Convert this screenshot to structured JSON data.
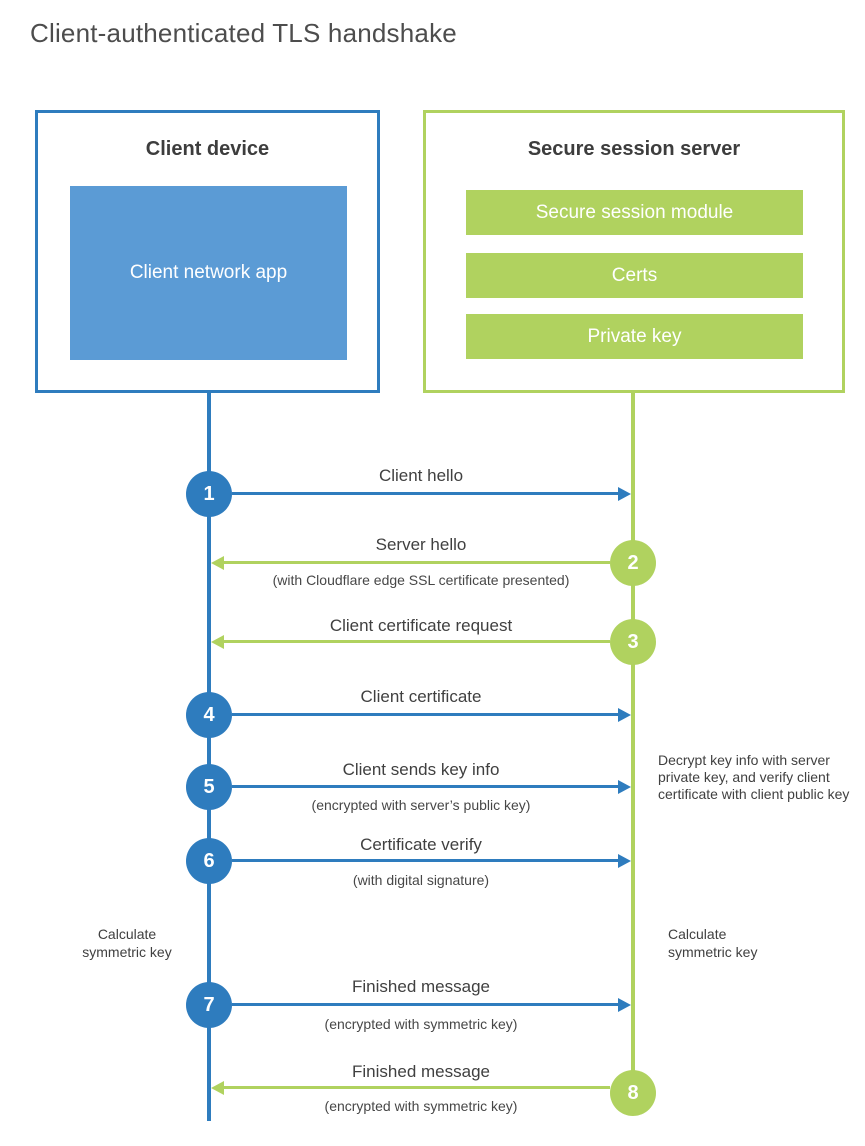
{
  "title": "Client-authenticated TLS handshake",
  "client": {
    "box_title": "Client device",
    "app_label": "Client network app"
  },
  "server": {
    "box_title": "Secure session server",
    "modules": [
      "Secure session module",
      "Certs",
      "Private key"
    ]
  },
  "steps": [
    {
      "num": "1",
      "actor": "client",
      "direction": "right",
      "label": "Client hello",
      "sub": ""
    },
    {
      "num": "2",
      "actor": "server",
      "direction": "left",
      "label": "Server hello",
      "sub": "(with Cloudflare edge SSL certificate presented)"
    },
    {
      "num": "3",
      "actor": "server",
      "direction": "left",
      "label": "Client certificate request",
      "sub": ""
    },
    {
      "num": "4",
      "actor": "client",
      "direction": "right",
      "label": "Client certificate",
      "sub": ""
    },
    {
      "num": "5",
      "actor": "client",
      "direction": "right",
      "label": "Client sends key info",
      "sub": "(encrypted with server’s public key)"
    },
    {
      "num": "6",
      "actor": "client",
      "direction": "right",
      "label": "Certificate verify",
      "sub": "(with digital signature)"
    },
    {
      "num": "7",
      "actor": "client",
      "direction": "right",
      "label": "Finished message",
      "sub": "(encrypted with symmetric key)"
    },
    {
      "num": "8",
      "actor": "server",
      "direction": "left",
      "label": "Finished message",
      "sub": "(encrypted with symmetric key)"
    }
  ],
  "notes": {
    "decrypt_note": "Decrypt key info with server private key, and verify client certificate with client public key",
    "calc_symmetric_left": "Calculate symmetric key",
    "calc_symmetric_right": "Calculate symmetric key"
  },
  "colors": {
    "blue": "#2e7cbe",
    "blue_fill": "#5b9bd5",
    "green": "#b0d25f",
    "text": "#404040"
  }
}
